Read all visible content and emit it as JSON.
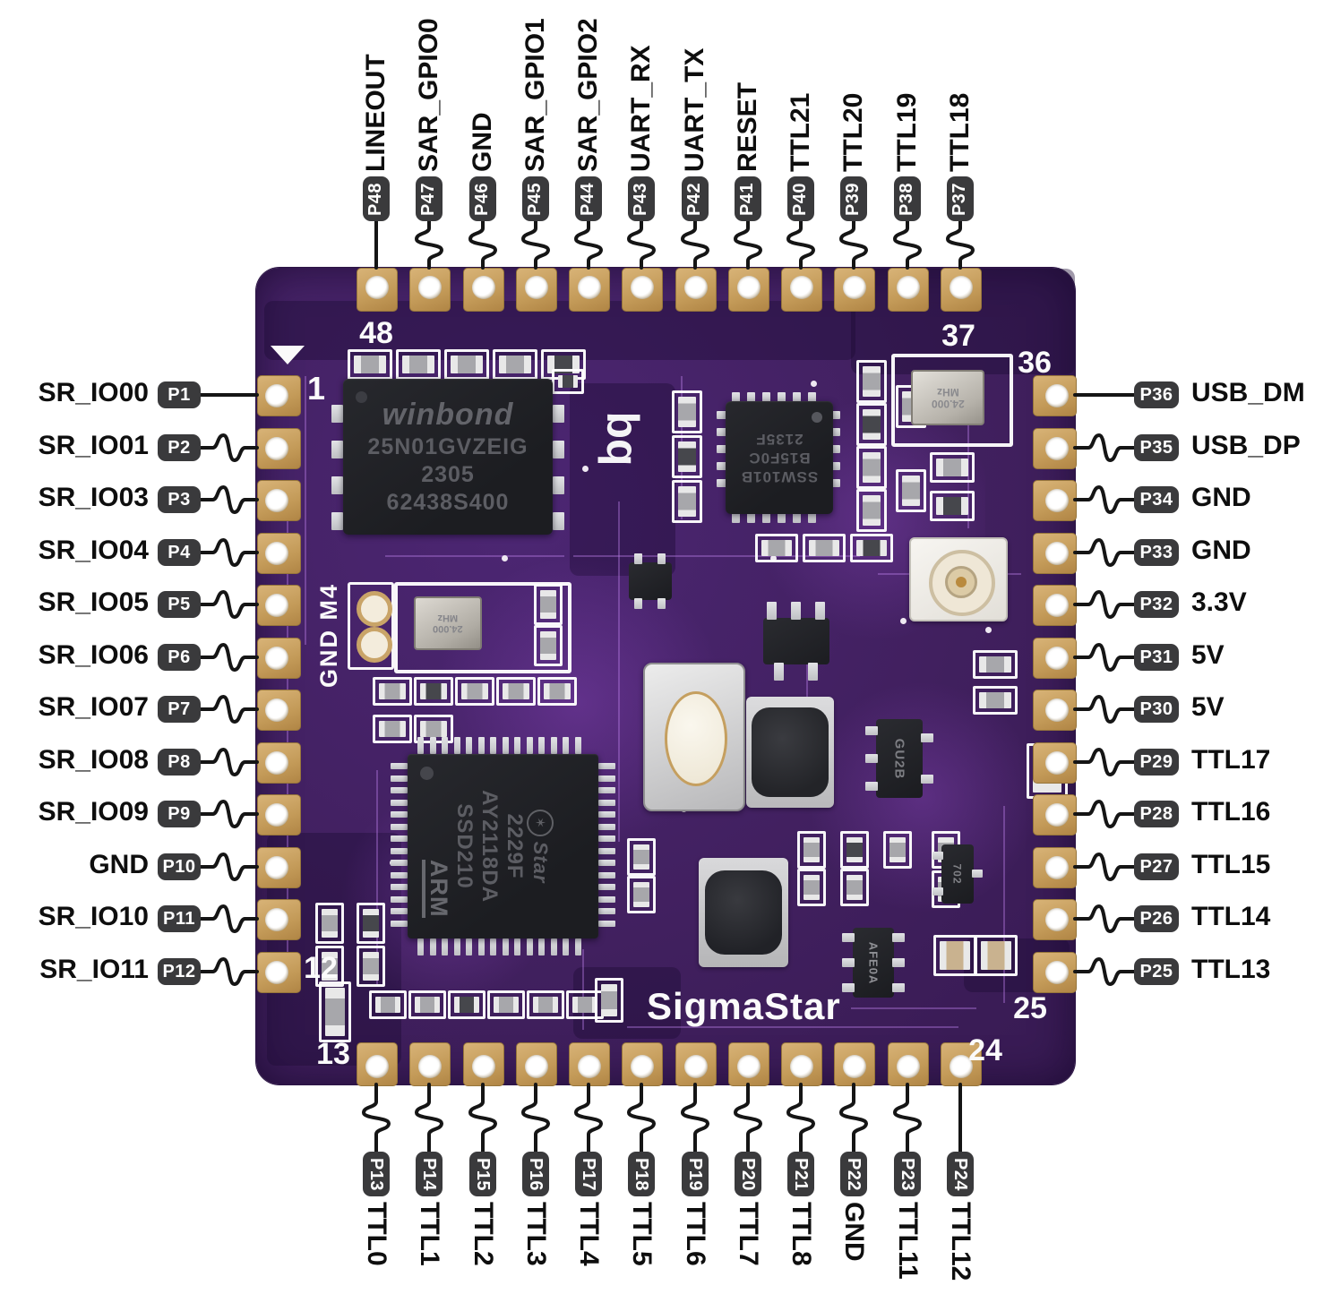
{
  "board": {
    "silkscreen": {
      "pin48": "48",
      "pin37": "37",
      "pin36": "36",
      "pin1": "1",
      "pin12": "12",
      "pin13": "13",
      "pin24": "24",
      "pin25": "25",
      "mount": "GND M4",
      "brand": "SigmaStar",
      "logo": "bq"
    },
    "chips": {
      "flash": {
        "brand": "winbond",
        "line1": "25N01GVZEIG",
        "line2": "2305",
        "line3": "62438S400"
      },
      "usb_hub": {
        "line1": "SSW101B",
        "line2": "B15F0C",
        "line3": "2135F"
      },
      "soc": {
        "logo_glyph": "✶",
        "logo_text": "Star",
        "part": "SSD210",
        "code": "AY2118DA",
        "date": "2229F",
        "core": "ARM"
      },
      "crystal_main": {
        "freq": "24.000",
        "unit": "MHz"
      },
      "crystal_aux": {
        "freq": "24.000",
        "unit": "MHz"
      },
      "regulator_marking": "GU2B",
      "transistor_marking": "702",
      "afe_marking": "AFE0A"
    },
    "colors": {
      "pcb": "#45226a",
      "pad_gold": "#c9a263",
      "silkscreen": "#ffffff",
      "badge": "#3a3a3c",
      "label_text": "#0e0e0e"
    }
  },
  "pins": {
    "top": [
      {
        "id": "P48",
        "label": "LINEOUT",
        "connector": "straight"
      },
      {
        "id": "P47",
        "label": "SAR_GPIO0",
        "connector": "squiggle"
      },
      {
        "id": "P46",
        "label": "GND",
        "connector": "squiggle"
      },
      {
        "id": "P45",
        "label": "SAR_GPIO1",
        "connector": "squiggle"
      },
      {
        "id": "P44",
        "label": "SAR_GPIO2",
        "connector": "squiggle"
      },
      {
        "id": "P43",
        "label": "UART_RX",
        "connector": "squiggle"
      },
      {
        "id": "P42",
        "label": "UART_TX",
        "connector": "squiggle"
      },
      {
        "id": "P41",
        "label": "RESET",
        "connector": "squiggle"
      },
      {
        "id": "P40",
        "label": "TTL21",
        "connector": "squiggle"
      },
      {
        "id": "P39",
        "label": "TTL20",
        "connector": "squiggle"
      },
      {
        "id": "P38",
        "label": "TTL19",
        "connector": "squiggle"
      },
      {
        "id": "P37",
        "label": "TTL18",
        "connector": "squiggle"
      }
    ],
    "left": [
      {
        "id": "P1",
        "label": "SR_IO00",
        "connector": "straight"
      },
      {
        "id": "P2",
        "label": "SR_IO01",
        "connector": "squiggle"
      },
      {
        "id": "P3",
        "label": "SR_IO03",
        "connector": "squiggle"
      },
      {
        "id": "P4",
        "label": "SR_IO04",
        "connector": "squiggle"
      },
      {
        "id": "P5",
        "label": "SR_IO05",
        "connector": "squiggle"
      },
      {
        "id": "P6",
        "label": "SR_IO06",
        "connector": "squiggle"
      },
      {
        "id": "P7",
        "label": "SR_IO07",
        "connector": "squiggle"
      },
      {
        "id": "P8",
        "label": "SR_IO08",
        "connector": "squiggle"
      },
      {
        "id": "P9",
        "label": "SR_IO09",
        "connector": "squiggle"
      },
      {
        "id": "P10",
        "label": "GND",
        "connector": "squiggle"
      },
      {
        "id": "P11",
        "label": "SR_IO10",
        "connector": "squiggle"
      },
      {
        "id": "P12",
        "label": "SR_IO11",
        "connector": "squiggle"
      }
    ],
    "right": [
      {
        "id": "P36",
        "label": "USB_DM",
        "connector": "straight"
      },
      {
        "id": "P35",
        "label": "USB_DP",
        "connector": "squiggle"
      },
      {
        "id": "P34",
        "label": "GND",
        "connector": "squiggle"
      },
      {
        "id": "P33",
        "label": "GND",
        "connector": "squiggle"
      },
      {
        "id": "P32",
        "label": "3.3V",
        "connector": "squiggle"
      },
      {
        "id": "P31",
        "label": "5V",
        "connector": "squiggle"
      },
      {
        "id": "P30",
        "label": "5V",
        "connector": "squiggle"
      },
      {
        "id": "P29",
        "label": "TTL17",
        "connector": "squiggle"
      },
      {
        "id": "P28",
        "label": "TTL16",
        "connector": "squiggle"
      },
      {
        "id": "P27",
        "label": "TTL15",
        "connector": "squiggle"
      },
      {
        "id": "P26",
        "label": "TTL14",
        "connector": "squiggle"
      },
      {
        "id": "P25",
        "label": "TTL13",
        "connector": "squiggle"
      }
    ],
    "bottom": [
      {
        "id": "P13",
        "label": "TTL0",
        "connector": "squiggle"
      },
      {
        "id": "P14",
        "label": "TTL1",
        "connector": "squiggle"
      },
      {
        "id": "P15",
        "label": "TTL2",
        "connector": "squiggle"
      },
      {
        "id": "P16",
        "label": "TTL3",
        "connector": "squiggle"
      },
      {
        "id": "P17",
        "label": "TTL4",
        "connector": "squiggle"
      },
      {
        "id": "P18",
        "label": "TTL5",
        "connector": "squiggle"
      },
      {
        "id": "P19",
        "label": "TTL6",
        "connector": "squiggle"
      },
      {
        "id": "P20",
        "label": "TTL7",
        "connector": "squiggle"
      },
      {
        "id": "P21",
        "label": "TTL8",
        "connector": "squiggle"
      },
      {
        "id": "P22",
        "label": "GND",
        "connector": "squiggle"
      },
      {
        "id": "P23",
        "label": "TTL11",
        "connector": "squiggle"
      },
      {
        "id": "P24",
        "label": "TTL12",
        "connector": "straight"
      }
    ]
  }
}
